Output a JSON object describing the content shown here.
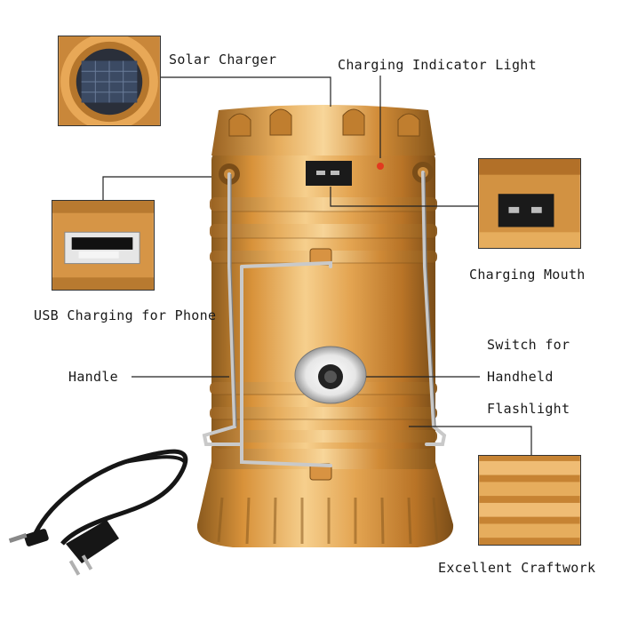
{
  "labels": {
    "solar_charger": "Solar Charger",
    "charging_indicator": "Charging Indicator Light",
    "charging_mouth": "Charging Mouth",
    "usb_charging": "USB Charging for Phone",
    "switch_line1": "Switch for",
    "switch_line2": "Handheld",
    "switch_line3": "Flashlight",
    "handle": "Handle",
    "craftwork": "Excellent Craftwork"
  },
  "colors": {
    "gold_light": "#f4c17a",
    "gold_mid": "#d8923a",
    "gold_dark": "#8a5a1e",
    "indicator_red": "#e23a1f",
    "cable_black": "#161616",
    "leader_line": "#222222"
  },
  "icons": {
    "lamp": "camping-lantern",
    "solar": "solar-panel",
    "port": "dc-charging-port",
    "usb": "usb-port",
    "cable": "power-cable-plug"
  }
}
